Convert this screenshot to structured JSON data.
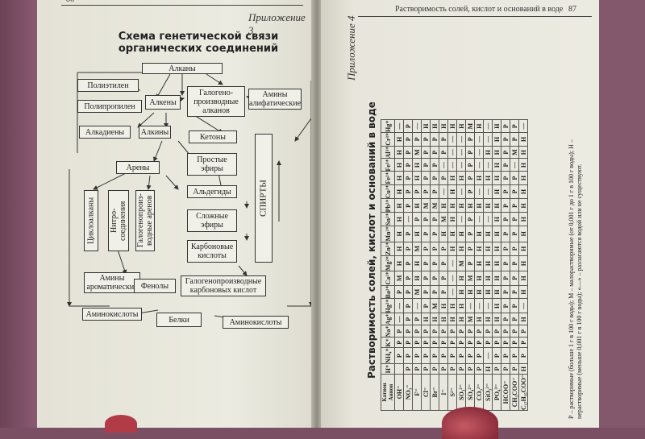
{
  "left_page": {
    "page_number": "86",
    "appendix_label": "Приложение 3",
    "title_line1": "Схема генетической связи",
    "title_line2": "органических соединений",
    "boxes": {
      "alkanes": "Алканы",
      "polyethylene": "Полиэтилен",
      "polypropylene": "Полипропилен",
      "alkenes": "Алкены",
      "haloalkanes": "Галогено-производные алканов",
      "aliphatic_amines": "Амины алифатические",
      "alkadienes": "Алкадиены",
      "alkynes": "Алкины",
      "ketones": "Кетоны",
      "ethers": "Простые эфиры",
      "arenes": "Арены",
      "aldehydes": "Альдегиды",
      "alcohols": "СПИРТЫ",
      "cycloalkanes": "Циклоалканы",
      "nitro": "Нитро-соединения",
      "haloarenes": "Галогенопроиз-водные аренов",
      "esters": "Сложные эфиры",
      "carboxylic_acids": "Карбоновые кислоты",
      "aromatic_amines": "Амины ароматические",
      "phenols": "Фенолы",
      "halo_carboxylic": "Галогенопроизводные карбоновых кислот",
      "amino_acids_left": "Аминокислоты",
      "proteins": "Белки",
      "amino_acids_right": "Аминокислоты"
    }
  },
  "right_page": {
    "header_text": "Растворимость солей, кислот и оснований в воде",
    "page_number": "87",
    "appendix_label": "Приложение 4",
    "table_title": "Растворимость солей, кислот и оснований в воде",
    "corner_cation": "Катион",
    "corner_anion": "Анион",
    "cations": [
      "H⁺",
      "NH₄⁺",
      "K⁺",
      "Na⁺",
      "Ag⁺",
      "Hg²⁺",
      "Ba²⁺",
      "Ca²⁺",
      "Mg²⁺",
      "Zn²⁺",
      "Mn²⁺",
      "Sn²⁺",
      "Pb²⁺",
      "Cu²⁺",
      "Fe²⁺",
      "Fe³⁺",
      "Al³⁺",
      "Cr³⁺",
      "Hg⁺"
    ],
    "rows": [
      {
        "anion": "OH⁻",
        "cells": [
          "",
          "Р",
          "Р",
          "Р",
          "—",
          "—",
          "Р",
          "М",
          "Н",
          "Н",
          "Н",
          "Н",
          "Н",
          "Н",
          "Н",
          "Н",
          "Н",
          "Н",
          "—"
        ]
      },
      {
        "anion": "NO₃⁻",
        "cells": [
          "Р",
          "Р",
          "Р",
          "Р",
          "Р",
          "Р",
          "Р",
          "Р",
          "Р",
          "Р",
          "Р",
          "—",
          "Р",
          "Р",
          "Р",
          "Р",
          "Р",
          "Р",
          "Р"
        ]
      },
      {
        "anion": "F⁻",
        "cells": [
          "Р",
          "Р",
          "Р",
          "Р",
          "Р",
          "—",
          "М",
          "Н",
          "Н",
          "М",
          "Н",
          "Р",
          "Н",
          "Р",
          "Н",
          "Н",
          "М",
          "Р",
          "—"
        ]
      },
      {
        "anion": "Cl⁻",
        "cells": [
          "Р",
          "Р",
          "Р",
          "Р",
          "Н",
          "Р",
          "Р",
          "Р",
          "Р",
          "Р",
          "Р",
          "Р",
          "М",
          "Р",
          "Р",
          "Р",
          "Р",
          "Р",
          "Н"
        ]
      },
      {
        "anion": "Br⁻",
        "cells": [
          "Р",
          "Р",
          "Р",
          "Р",
          "Н",
          "М",
          "Р",
          "Р",
          "Р",
          "Р",
          "Р",
          "Р",
          "М",
          "Р",
          "Р",
          "Р",
          "Р",
          "Р",
          "Н"
        ]
      },
      {
        "anion": "I⁻",
        "cells": [
          "Р",
          "Р",
          "Р",
          "Р",
          "Н",
          "Н",
          "Р",
          "Р",
          "Р",
          "Р",
          "Н",
          "М",
          "Н",
          "—",
          "Р",
          "—",
          "Р",
          "Р",
          "Н"
        ]
      },
      {
        "anion": "S²⁻",
        "cells": [
          "Р",
          "Р",
          "Р",
          "Р",
          "Н",
          "Н",
          "—",
          "—",
          "—",
          "Н",
          "Н",
          "Н",
          "Н",
          "Н",
          "Н",
          "—",
          "—",
          "—",
          "Н"
        ]
      },
      {
        "anion": "SO₃²⁻",
        "cells": [
          "Р",
          "Р",
          "Р",
          "Р",
          "Н",
          "Н",
          "Н",
          "Н",
          "М",
          "Н",
          "Н",
          "—",
          "Н",
          "—",
          "Н",
          "—",
          "—",
          "—",
          "Н"
        ]
      },
      {
        "anion": "SO₄²⁻",
        "cells": [
          "Р",
          "Р",
          "Р",
          "Р",
          "М",
          "—",
          "Н",
          "М",
          "Р",
          "Р",
          "Р",
          "Р",
          "Н",
          "Р",
          "Р",
          "Р",
          "Р",
          "Р",
          "М"
        ]
      },
      {
        "anion": "CO₃²⁻",
        "cells": [
          "Р",
          "Р",
          "Р",
          "Р",
          "Н",
          "—",
          "Н",
          "Н",
          "Н",
          "Н",
          "Н",
          "—",
          "Н",
          "—",
          "Н",
          "—",
          "—",
          "—",
          "Н"
        ]
      },
      {
        "anion": "SiO₃²⁻",
        "cells": [
          "Н",
          "—",
          "Р",
          "Р",
          "Н",
          "—",
          "Н",
          "Н",
          "Н",
          "Н",
          "Н",
          "—",
          "Н",
          "—",
          "Н",
          "—",
          "Н",
          "—",
          "—"
        ]
      },
      {
        "anion": "PO₄³⁻",
        "cells": [
          "Р",
          "Р",
          "Р",
          "Р",
          "Н",
          "Н",
          "Н",
          "Н",
          "Н",
          "Н",
          "Н",
          "Н",
          "Н",
          "Н",
          "Н",
          "Н",
          "Н",
          "Н",
          "Н"
        ]
      },
      {
        "anion": "HCOO⁻",
        "cells": [
          "Р",
          "Р",
          "Р",
          "Р",
          "Р",
          "Р",
          "Р",
          "Р",
          "Р",
          "Р",
          "Р",
          "Р",
          "Р",
          "Р",
          "Р",
          "Р",
          "Р",
          "Р",
          "Р"
        ]
      },
      {
        "anion": "CH₃COO⁻",
        "cells": [
          "Р",
          "Р",
          "Р",
          "Р",
          "Р",
          "Р",
          "Р",
          "Р",
          "Р",
          "Р",
          "Р",
          "Р",
          "Р",
          "Р",
          "Р",
          "—",
          "М",
          "Р",
          "Р"
        ]
      },
      {
        "anion": "C₁₇H₃₅COO⁻",
        "cells": [
          "Н",
          "Р",
          "Р",
          "Р",
          "Н",
          "—",
          "Н",
          "Н",
          "Н",
          "Н",
          "Н",
          "Н",
          "Н",
          "Н",
          "Н",
          "Н",
          "Н",
          "Н",
          "—"
        ]
      }
    ],
    "legend_line1": "Р – растворимые (больше 1 г в 100 г воды); М – малорастворимые (от 0,001 г до 1 г в 100 г воды); Н –",
    "legend_line2": "нерастворимые (меньше 0,001 г в 100 г воды); «—» – разлагаются водой или не существуют."
  }
}
